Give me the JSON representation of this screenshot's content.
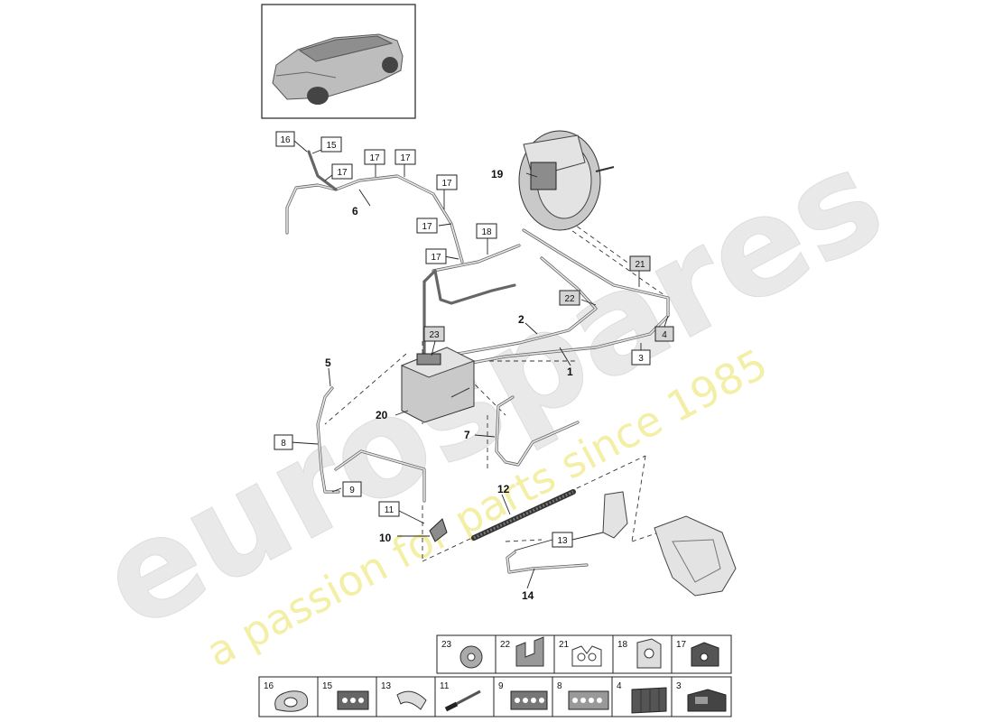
{
  "watermark": {
    "brand": "eurospares",
    "tagline": "a passion for parts since 1985",
    "brand_color": "#e6e6e6",
    "tagline_color": "#f3efa6"
  },
  "thumbnail": {
    "icon": "suv-car-icon"
  },
  "boxed_labels": [
    "16",
    "15",
    "17",
    "17",
    "17",
    "17",
    "17",
    "17",
    "18",
    "21",
    "22",
    "23",
    "4",
    "3",
    "8",
    "9",
    "11",
    "13"
  ],
  "bold_labels": [
    "19",
    "6",
    "2",
    "1",
    "5",
    "20",
    "7",
    "12",
    "10",
    "14"
  ],
  "legend": {
    "row1": [
      {
        "num": "23",
        "icon": "washer-icon"
      },
      {
        "num": "22",
        "icon": "bracket-clip-icon"
      },
      {
        "num": "21",
        "icon": "double-clip-icon"
      },
      {
        "num": "18",
        "icon": "holder-icon"
      },
      {
        "num": "17",
        "icon": "pipe-clip-icon"
      }
    ],
    "row2": [
      {
        "num": "16",
        "icon": "grommet-icon"
      },
      {
        "num": "15",
        "icon": "triple-clip-icon"
      },
      {
        "num": "13",
        "icon": "spring-clip-icon"
      },
      {
        "num": "11",
        "icon": "rivet-icon"
      },
      {
        "num": "9",
        "icon": "quad-clip-icon"
      },
      {
        "num": "8",
        "icon": "multi-clip-icon"
      },
      {
        "num": "4",
        "icon": "rubber-block-icon"
      },
      {
        "num": "3",
        "icon": "connector-icon"
      }
    ]
  }
}
